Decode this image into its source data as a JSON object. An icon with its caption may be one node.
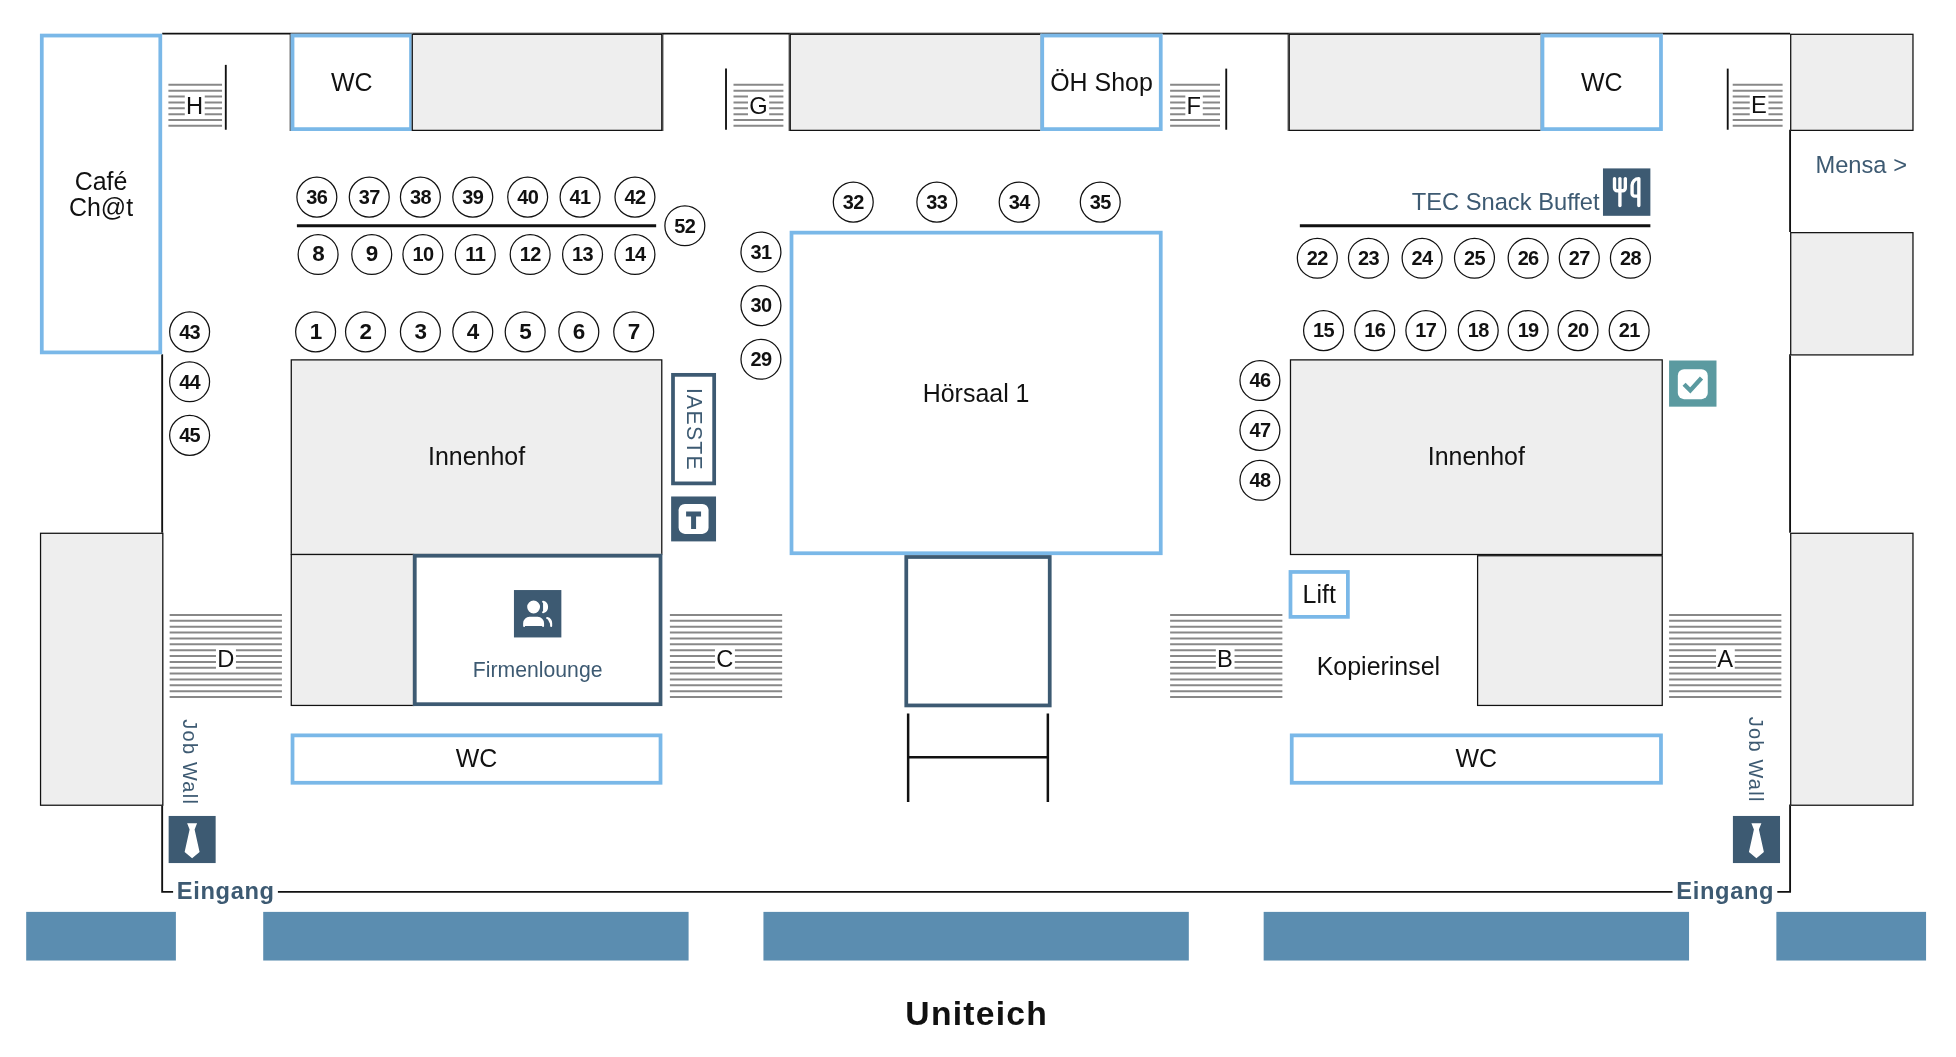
{
  "diagram": {
    "nodes": [
      {
        "text": [
          "Café Ch@t"
        ]
      },
      {
        "text": [
          "WC"
        ]
      },
      {
        "text": [],
        "shape": "box"
      },
      {
        "text": [],
        "shape": "box"
      },
      {
        "text": [
          "ÖH Shop"
        ]
      },
      {
        "text": [],
        "shape": "box"
      },
      {
        "text": [
          "WC"
        ]
      },
      {
        "text": [],
        "shape": "box"
      },
      {
        "text": [
          "36"
        ]
      },
      {
        "text": [
          "37"
        ]
      },
      {
        "text": [
          "38"
        ]
      },
      {
        "text": [
          "39"
        ]
      },
      {
        "text": [
          "40"
        ]
      },
      {
        "text": [
          "41"
        ]
      },
      {
        "text": [
          "42"
        ]
      },
      {
        "text": [
          "52"
        ]
      },
      {
        "text": [
          "8"
        ]
      },
      {
        "text": [
          "9"
        ]
      },
      {
        "text": [
          "10"
        ]
      },
      {
        "text": [
          "11"
        ]
      },
      {
        "text": [
          "12"
        ]
      },
      {
        "text": [
          "13"
        ]
      },
      {
        "text": [
          "14"
        ]
      },
      {
        "text": [
          "32"
        ]
      },
      {
        "text": [
          "33"
        ]
      },
      {
        "text": [
          "34"
        ]
      },
      {
        "text": [
          "35"
        ]
      },
      {
        "text": [],
        "shape": "box"
      },
      {
        "text": [
          "31"
        ]
      },
      {
        "text": [
          "30"
        ]
      },
      {
        "text": [
          "29"
        ]
      },
      {
        "text": [
          "22"
        ]
      },
      {
        "text": [
          "23"
        ]
      },
      {
        "text": [
          "24"
        ]
      },
      {
        "text": [
          "25"
        ]
      },
      {
        "text": [
          "26"
        ]
      },
      {
        "text": [
          "27"
        ]
      },
      {
        "text": [
          "28"
        ]
      },
      {
        "text": [
          "43"
        ]
      },
      {
        "text": [
          "44"
        ]
      },
      {
        "text": [
          "45"
        ]
      },
      {
        "text": [
          "1"
        ]
      },
      {
        "text": [
          "2"
        ]
      },
      {
        "text": [
          "3"
        ]
      },
      {
        "text": [
          "4"
        ]
      },
      {
        "text": [
          "5"
        ]
      },
      {
        "text": [
          "6"
        ]
      },
      {
        "text": [
          "7"
        ]
      },
      {
        "text": [
          "15"
        ]
      },
      {
        "text": [
          "16"
        ]
      },
      {
        "text": [
          "17"
        ]
      },
      {
        "text": [
          "18"
        ]
      },
      {
        "text": [
          "19"
        ]
      },
      {
        "text": [
          "20"
        ]
      },
      {
        "text": [
          "21"
        ]
      },
      {
        "text": [
          "Hörsaal 1"
        ]
      },
      {
        "text": [
          "46"
        ]
      },
      {
        "text": [
          "47"
        ]
      },
      {
        "text": [
          "48"
        ]
      },
      {
        "text": [
          "Innenhof"
        ]
      },
      {
        "text": [
          "IAESTE"
        ]
      },
      {
        "text": [
          "Innenhof"
        ]
      },
      {
        "text": [],
        "shape": "box"
      },
      {
        "text": [],
        "shape": "box"
      },
      {
        "text": [
          "Firmenlounge"
        ]
      },
      {
        "text": [],
        "shape": "box"
      },
      {
        "text": [
          "Lift"
        ]
      },
      {
        "text": [],
        "shape": "box"
      },
      {
        "text": [],
        "shape": "box"
      },
      {
        "text": [
          "WC"
        ]
      },
      {
        "text": [
          "WC"
        ]
      }
    ],
    "edges": [],
    "labels": [
      "H",
      "G",
      "F",
      "E",
      "Mensa >",
      "TEC Snack Buffet",
      "D",
      "C",
      "B",
      "Kopierinsel",
      "A",
      "Job Wall",
      "Job Wall",
      "Eingang",
      "Eingang",
      "Uniteich"
    ]
  }
}
